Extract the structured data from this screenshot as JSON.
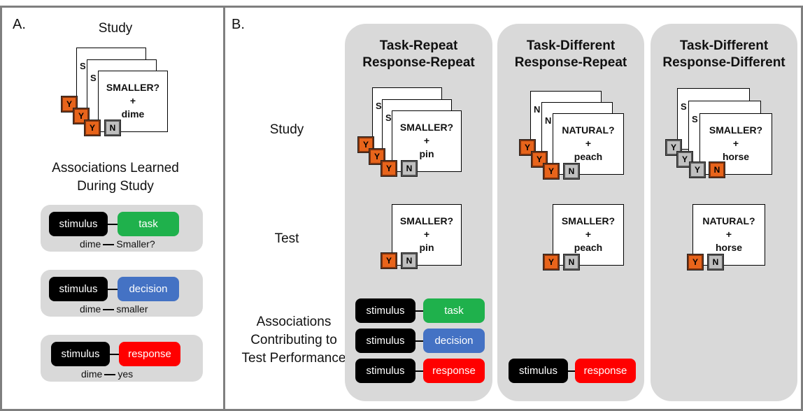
{
  "panel_a": {
    "label": "A.",
    "study_title": "Study",
    "card_peek": "S",
    "card_text_1": "SMALLER?",
    "card_text_2": "+",
    "card_text_3": "dime",
    "key_y": "Y",
    "key_n": "N",
    "assoc_title_1": "Associations Learned",
    "assoc_title_2": "During Study",
    "associations": [
      {
        "left": "stimulus",
        "right": "task",
        "note_word": "dime",
        "note_value": "Smaller?",
        "color": "#1fb14c"
      },
      {
        "left": "stimulus",
        "right": "decision",
        "note_word": "dime",
        "note_value": "smaller",
        "color": "#4472c4"
      },
      {
        "left": "stimulus",
        "right": "response",
        "note_word": "dime",
        "note_value": "yes",
        "color": "#ff0000"
      }
    ]
  },
  "panel_b": {
    "label": "B.",
    "row_labels": {
      "study": "Study",
      "test": "Test",
      "assoc_1": "Associations",
      "assoc_2": "Contributing to",
      "assoc_3": "Test Performance"
    },
    "columns": [
      {
        "head_1": "Task-Repeat",
        "head_2": "Response-Repeat",
        "study_peek": "S",
        "study_q": "SMALLER?",
        "study_plus": "+",
        "study_word": "pin",
        "test_q": "SMALLER?",
        "test_plus": "+",
        "test_word": "pin",
        "assoc": [
          {
            "left": "stimulus",
            "right": "task"
          },
          {
            "left": "stimulus",
            "right": "decision"
          },
          {
            "left": "stimulus",
            "right": "response"
          }
        ]
      },
      {
        "head_1": "Task-Different",
        "head_2": "Response-Repeat",
        "study_peek": "N",
        "study_q": "NATURAL?",
        "study_plus": "+",
        "study_word": "peach",
        "test_q": "SMALLER?",
        "test_plus": "+",
        "test_word": "peach",
        "assoc": [
          {
            "left": "stimulus",
            "right": "response"
          }
        ]
      },
      {
        "head_1": "Task-Different",
        "head_2": "Response-Different",
        "study_peek": "S",
        "study_q": "SMALLER?",
        "study_plus": "+",
        "study_word": "horse",
        "test_q": "NATURAL?",
        "test_plus": "+",
        "test_word": "horse",
        "assoc": []
      }
    ]
  },
  "colors": {
    "task": "#1fb14c",
    "decision": "#4472c4",
    "response": "#ff0000",
    "key_yes": "#e8641b",
    "key_no": "#bfbfbf",
    "column_bg": "#d9d9d9"
  }
}
